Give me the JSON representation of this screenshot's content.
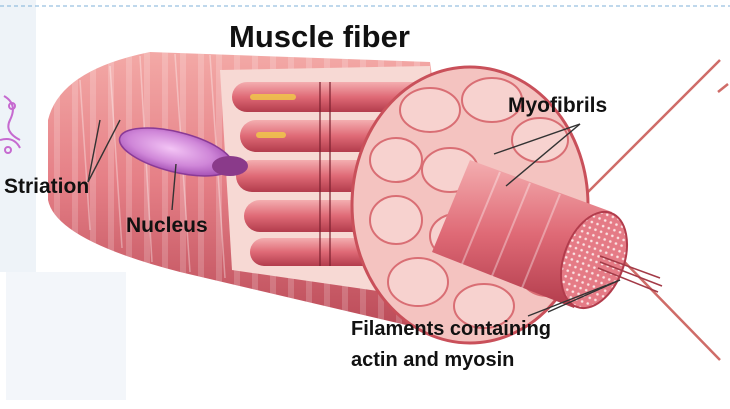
{
  "title": "Muscle fiber",
  "labels": {
    "myofibrils": "Myofibrils",
    "striation": "Striation",
    "nucleus": "Nucleus",
    "filaments_line1": "Filaments containing",
    "filaments_line2": "actin and myosin"
  },
  "colors": {
    "fiber": "#e8868a",
    "fiber_dark": "#c9505a",
    "fiber_light": "#f6c1bd",
    "nucleus": "#c978d6",
    "nerve": "#c9605c",
    "background_panel": "#eef3f8"
  }
}
